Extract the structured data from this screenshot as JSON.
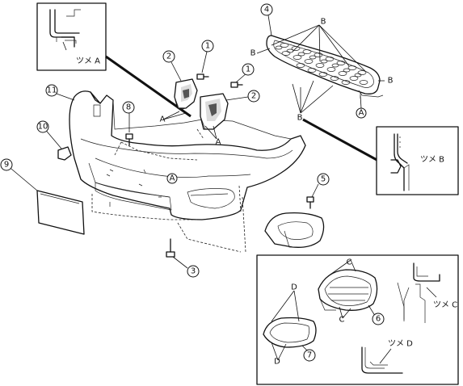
{
  "callouts": {
    "n1a": "1",
    "n1b": "1",
    "n2a": "2",
    "n2b": "2",
    "n3": "3",
    "n4": "4",
    "n5": "5",
    "n6": "6",
    "n7": "7",
    "n8": "8",
    "n9": "9",
    "n10": "10",
    "n11": "11"
  },
  "labels": {
    "a": "A",
    "b": "B",
    "c": "C",
    "d": "D"
  },
  "detail_text": {
    "tsume_a": "ツメ A",
    "tsume_b": "ツメ B",
    "tsume_c": "ツメ C",
    "tsume_d": "ツメ D"
  }
}
